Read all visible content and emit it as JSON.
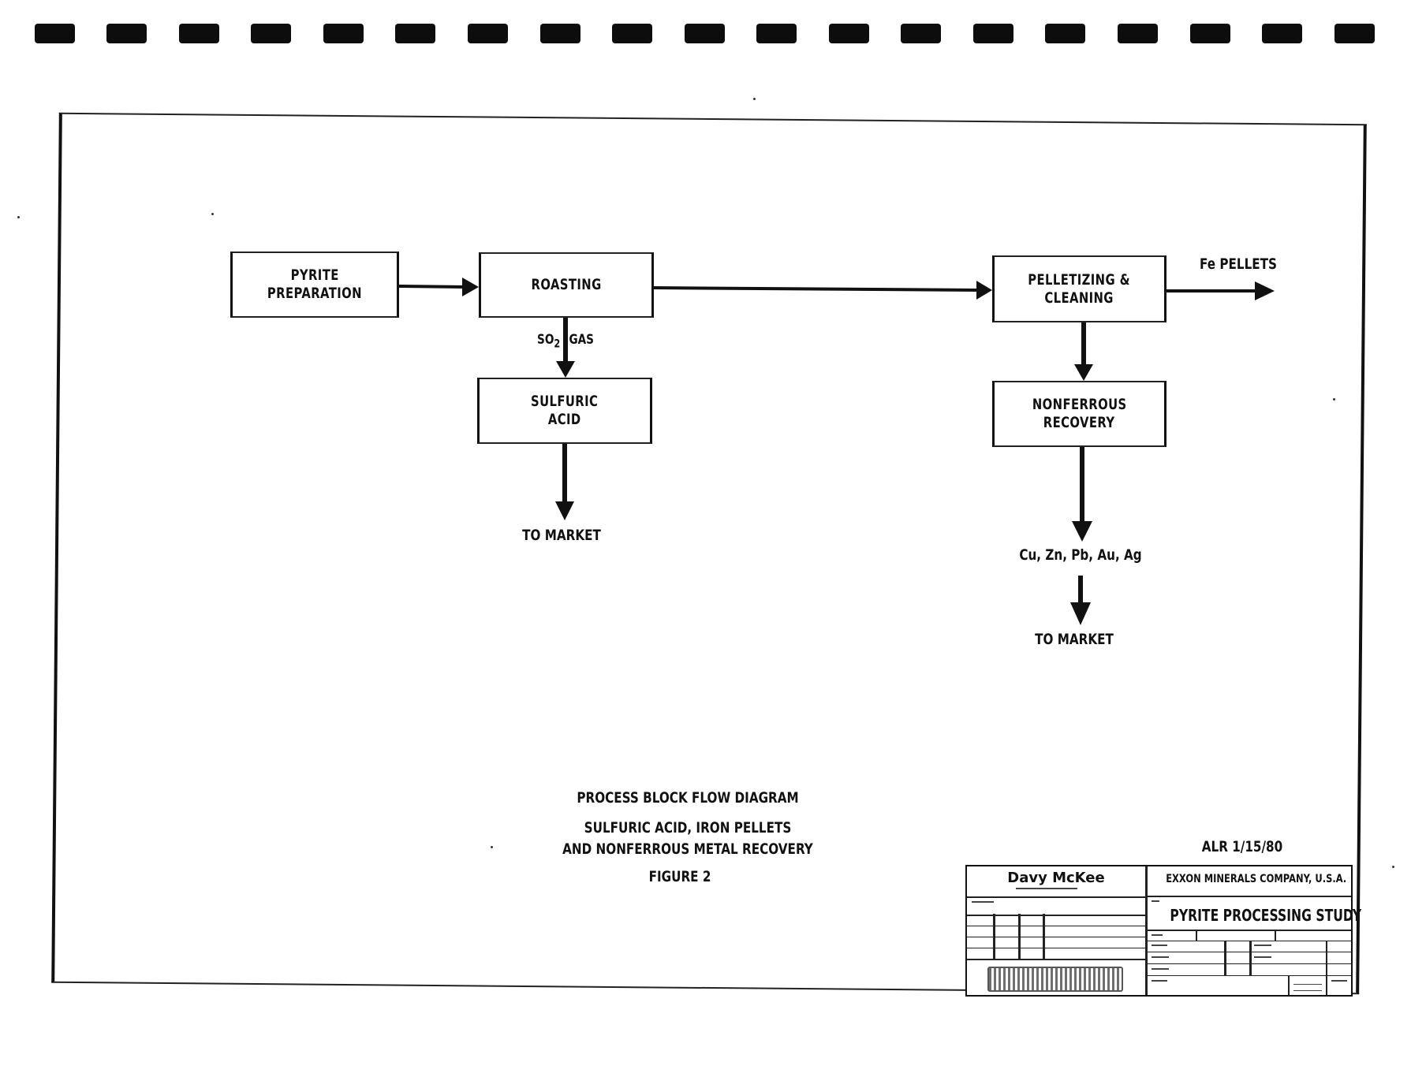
{
  "diagram": {
    "nodes": {
      "pyrite_preparation": [
        "PYRITE",
        "PREPARATION"
      ],
      "roasting": [
        "ROASTING"
      ],
      "sulfuric_acid": [
        "SULFURIC",
        "ACID"
      ],
      "pelletizing_cleaning": [
        "PELLETIZING &",
        "CLEANING"
      ],
      "nonferrous_recovery": [
        "NONFERROUS",
        "RECOVERY"
      ]
    },
    "edge_labels": {
      "so2_gas_prefix": "SO",
      "so2_gas_sub": "2",
      "so2_gas_suffix": "GAS",
      "fe_pellets": "Fe PELLETS",
      "metals": "Cu, Zn, Pb, Au, Ag",
      "to_market_acid": "TO MARKET",
      "to_market_metals": "TO MARKET"
    },
    "edges": [
      {
        "from": "pyrite_preparation",
        "to": "roasting"
      },
      {
        "from": "roasting",
        "to": "pelletizing_cleaning"
      },
      {
        "from": "roasting",
        "to": "sulfuric_acid",
        "label": "SO2 GAS"
      },
      {
        "from": "sulfuric_acid",
        "to": "TO MARKET"
      },
      {
        "from": "pelletizing_cleaning",
        "to": "Fe PELLETS"
      },
      {
        "from": "pelletizing_cleaning",
        "to": "nonferrous_recovery"
      },
      {
        "from": "nonferrous_recovery",
        "to": "Cu, Zn, Pb, Au, Ag"
      },
      {
        "from": "Cu, Zn, Pb, Au, Ag",
        "to": "TO MARKET"
      }
    ]
  },
  "caption": {
    "line1": "PROCESS BLOCK FLOW DIAGRAM",
    "line2": "SULFURIC ACID, IRON PELLETS",
    "line3": "AND NONFERROUS METAL RECOVERY",
    "line4": "FIGURE 2"
  },
  "signature": "ALR 1/15/80",
  "title_block": {
    "firm": "Davy McKee",
    "client": "EXXON MINERALS COMPANY, U.S.A.",
    "title": "PYRITE PROCESSING STUDY"
  }
}
